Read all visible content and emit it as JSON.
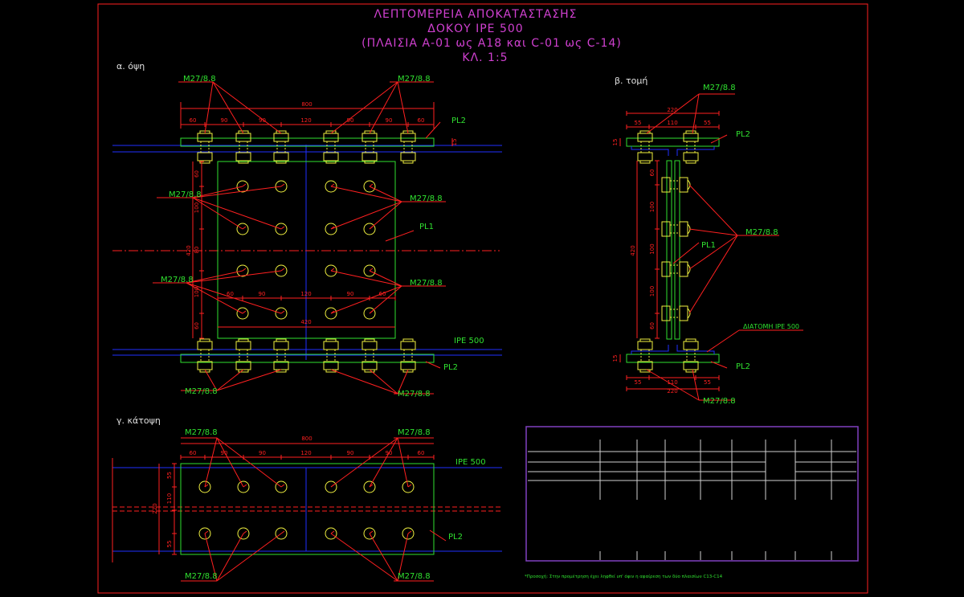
{
  "title": {
    "line1": "ΛΕΠΤΟΜΕΡΕΙΑ ΑΠΟΚΑΤΑΣΤΑΣΗΣ",
    "line2": "ΔΟΚΟΥ IPE 500",
    "line3": "(ΠΛΑΙΣΙΑ Α-01 ως Α18 και C-01 ως C-14)",
    "line4": "ΚΛ. 1:5"
  },
  "views": {
    "elevation": "α. όψη",
    "section": "β. τομή",
    "plan": "γ. κάτοψη"
  },
  "labels": {
    "bolt": "M27/8.8",
    "pl1": "PL1",
    "pl2": "PL2",
    "ipe": "IPE 500",
    "section_profile": "ΔΙΑΤΟΜΗ IPE 500"
  },
  "dimensions": {
    "overall_length": "800",
    "length_segments": [
      "60",
      "90",
      "90",
      "120",
      "90",
      "90",
      "60"
    ],
    "pl1_width": "420",
    "pl1_segments": [
      "60",
      "90",
      "120",
      "90",
      "60"
    ],
    "pl1_height": "420",
    "pl1_height_segments": [
      "60",
      "100",
      "80",
      "100",
      "60"
    ],
    "flange_width": "220",
    "flange_segments": [
      "55",
      "110",
      "55"
    ],
    "plate_thickness": "15",
    "section_height": "420",
    "section_segments": [
      "60",
      "100",
      "100",
      "100",
      "60"
    ],
    "plan_width": "220",
    "plan_segments": [
      "55",
      "110",
      "55"
    ]
  },
  "footnote": "*Προσοχή: Στην προμέτρηση έχει ληφθεί υπ' όψιν η αφαίρεση των δύο πλαισίων C13-C14",
  "colors": {
    "border": "#ff2020",
    "plate": "#30e030",
    "beam": "#2030ff",
    "bolt": "#f0f040",
    "title": "#d040d0"
  }
}
